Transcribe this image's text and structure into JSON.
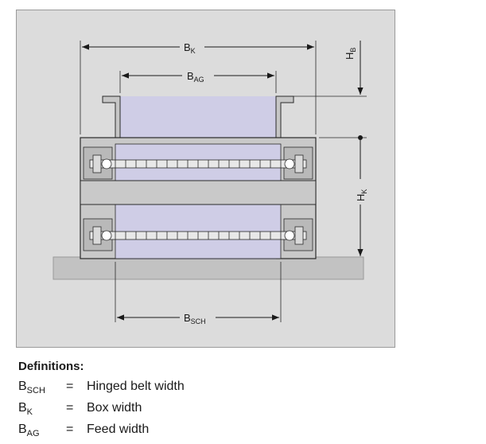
{
  "diagram": {
    "dimensions": {
      "bk": {
        "main": "B",
        "sub": "K"
      },
      "bag": {
        "main": "B",
        "sub": "AG"
      },
      "bsch": {
        "main": "B",
        "sub": "SCH"
      },
      "hb": {
        "main": "H",
        "sub": "B"
      },
      "hk": {
        "main": "H",
        "sub": "K"
      }
    },
    "colors": {
      "frame_bg": "#dcdcdc",
      "box_fill": "#c6c6c6",
      "feed_area": "#cfcde6",
      "floor": "#c2c2c2",
      "line": "#2a2a2a"
    }
  },
  "definitions": {
    "heading": "Definitions:",
    "items": [
      {
        "symbol": "B",
        "sub": "SCH",
        "eq": "=",
        "text": "Hinged belt width"
      },
      {
        "symbol": "B",
        "sub": "K",
        "eq": "=",
        "text": "Box width"
      },
      {
        "symbol": "B",
        "sub": "AG",
        "eq": "=",
        "text": "Feed width"
      }
    ]
  }
}
